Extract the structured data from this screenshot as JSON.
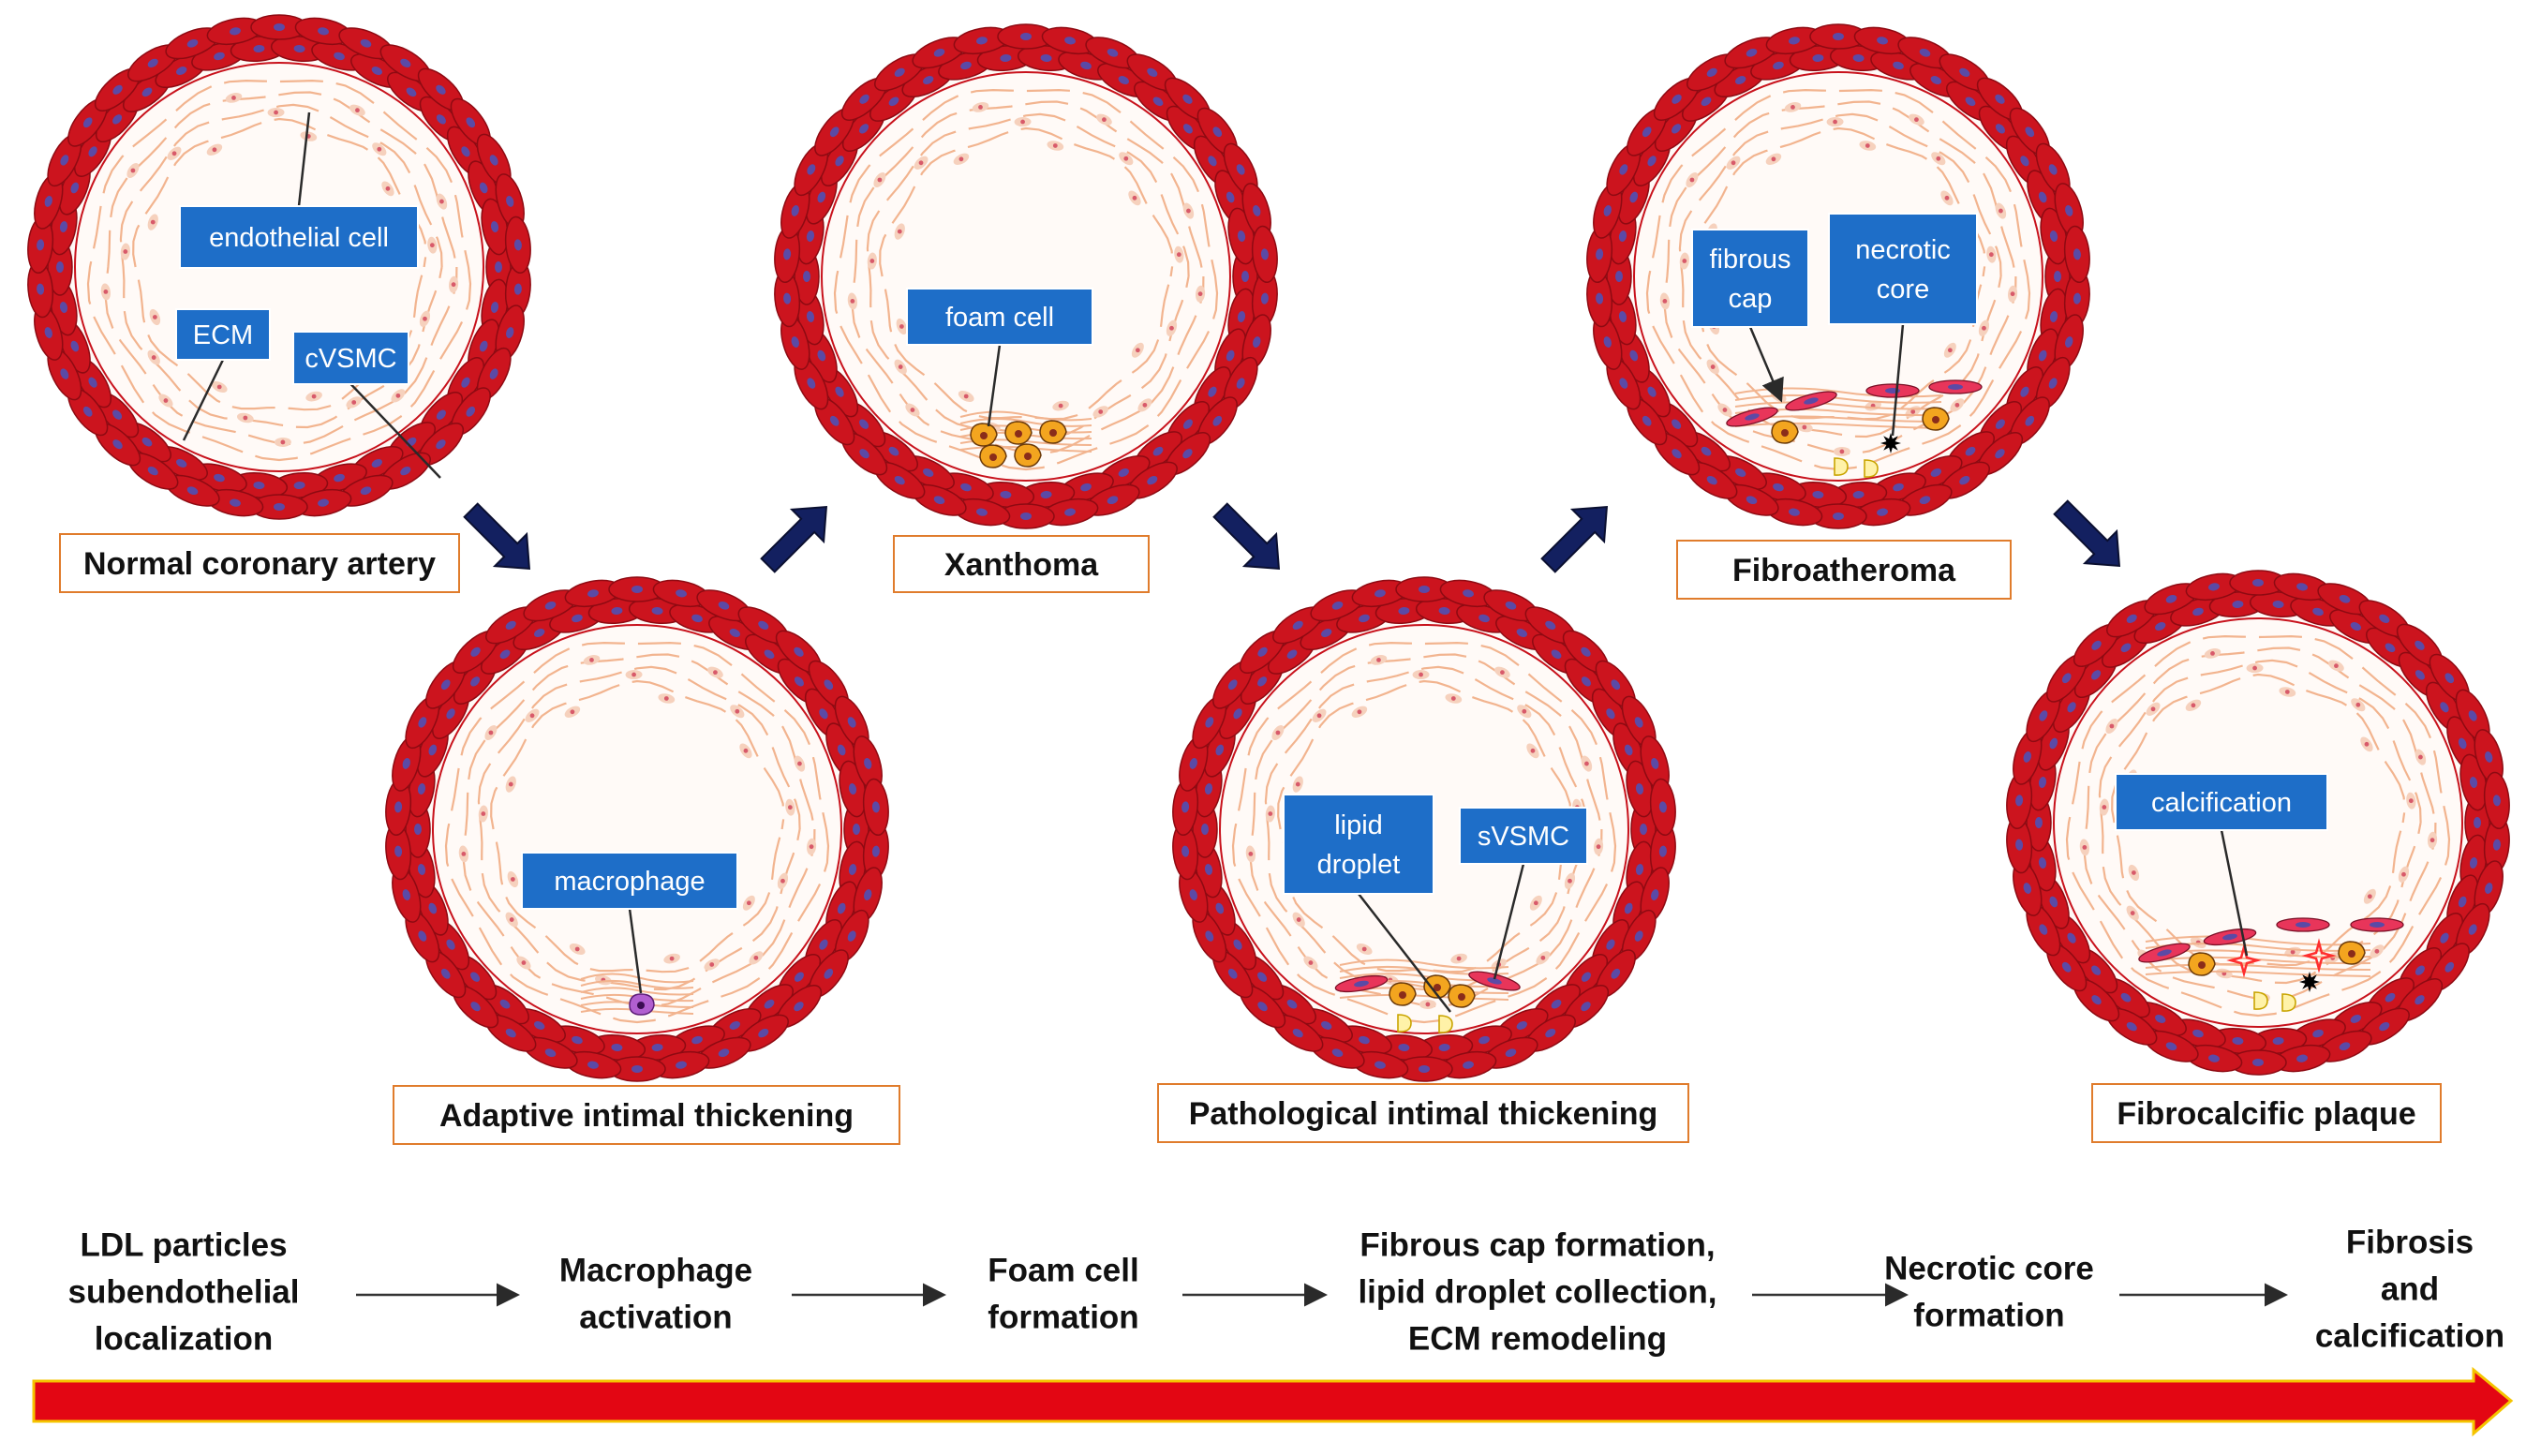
{
  "colors": {
    "vessel_wall": "#cc141e",
    "vessel_wall_outline": "#8e0a12",
    "nucleus": "#5b4aa6",
    "intima_line": "#f2b48f",
    "intima_cell": "#f6d1bd",
    "callout_bg": "#1e6ec8",
    "callout_border": "#ffffff",
    "stage_box_border": "#e07c2c",
    "stage_arrow": "#132060",
    "timeline_bar": "#e30613",
    "timeline_edge": "#f5c400",
    "foam_cell": "#f3a51f",
    "lipid_droplet": "#fff2a8",
    "macrophage": "#b15fd0",
    "calcification": "#ff2e2e"
  },
  "stages": [
    {
      "label": "Normal coronary artery",
      "callouts": [
        "endothelial cell",
        "ECM",
        "cVSMC"
      ]
    },
    {
      "label": "Adaptive intimal thickening",
      "callouts": [
        "macrophage"
      ]
    },
    {
      "label": "Xanthoma",
      "callouts": [
        "foam cell"
      ]
    },
    {
      "label": "Pathological intimal thickening",
      "callouts": [
        "lipid\ndroplet",
        "sVSMC"
      ]
    },
    {
      "label": "Fibroatheroma",
      "callouts": [
        "fibrous\ncap",
        "necrotic\ncore"
      ]
    },
    {
      "label": "Fibrocalcific plaque",
      "callouts": [
        "calcification"
      ]
    }
  ],
  "timeline_steps": [
    "LDL particles\nsubendothelial\nlocalization",
    "Macrophage\nactivation",
    "Foam cell\nformation",
    "Fibrous cap formation,\nlipid droplet collection,\nECM remodeling",
    "Necrotic core\nformation",
    "Fibrosis\nand\ncalcification"
  ]
}
